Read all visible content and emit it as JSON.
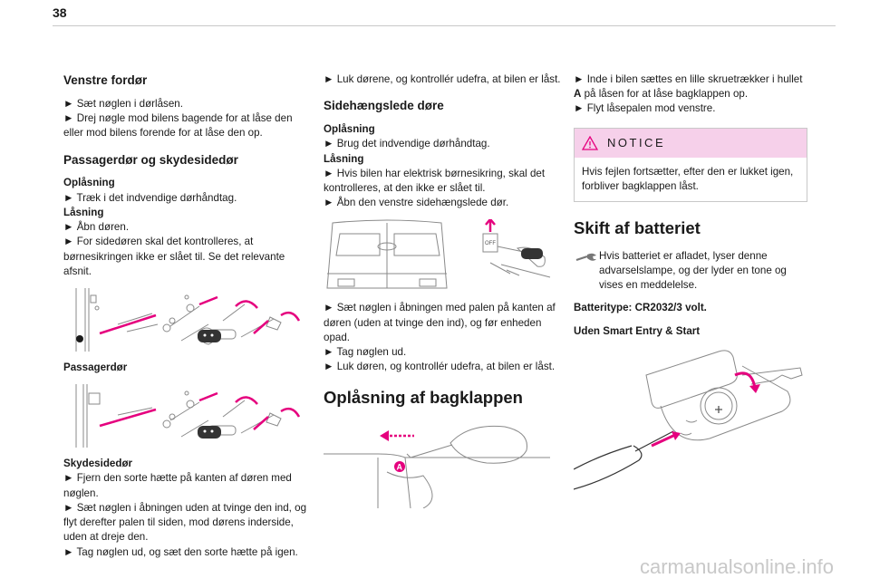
{
  "page_number": "38",
  "col1": {
    "h_venstre": "Venstre fordør",
    "v1": "► Sæt nøglen i dørlåsen.",
    "v2": "► Drej nøgle mod bilens bagende for at låse den eller mod bilens forende for at låse den op.",
    "h_passager": "Passagerdør og skydesidedør",
    "oplasning": "Oplåsning",
    "p1": "► Træk i det indvendige dørhåndtag.",
    "lasning": "Låsning",
    "p2": "► Åbn døren.",
    "p3": "► For sidedøren skal det kontrolleres, at børnesikringen ikke er slået til. Se det relevante afsnit.",
    "cap_passager": "Passagerdør",
    "cap_sky": "Skydesidedør",
    "s1": "► Fjern den sorte hætte på kanten af døren med nøglen.",
    "s2": "► Sæt nøglen i åbningen uden at tvinge den ind, og flyt derefter palen til siden, mod dørens inderside, uden at dreje den.",
    "s3": "► Tag nøglen ud, og sæt den sorte hætte på igen."
  },
  "col2": {
    "l1": "► Luk dørene, og kontrollér udefra, at bilen er låst.",
    "h_side": "Sidehængslede døre",
    "oplasning": "Oplåsning",
    "o1": "► Brug det indvendige dørhåndtag.",
    "lasning": "Låsning",
    "o2": "► Hvis bilen har elektrisk børnesikring, skal det kontrolleres, at den ikke er slået til.",
    "o3": "► Åbn den venstre sidehængslede dør.",
    "off": "OFF",
    "t1": "► Sæt nøglen i åbningen med palen på kanten af døren (uden at tvinge den ind), og før enheden opad.",
    "t2": "► Tag nøglen ud.",
    "t3": "► Luk døren, og kontrollér udefra, at bilen er låst.",
    "h_bag": "Oplåsning af bagklappen",
    "label_a": "A"
  },
  "col3": {
    "i1_pre": "► Inde i bilen sættes en lille skruetrækker i hullet ",
    "i1_bold": "A",
    "i1_post": " på låsen for at låse bagklappen op.",
    "i2": "► Flyt låsepalen mod venstre.",
    "notice_title": "NOTICE",
    "notice_text": "Hvis fejlen fortsætter, efter den er lukket igen, forbliver bagklappen låst.",
    "h_skift": "Skift af batteriet",
    "b1": "Hvis batteriet er afladet, lyser denne advarselslampe, og der lyder en tone og vises en meddelelse.",
    "battery": "Batteritype: CR2032/3 volt.",
    "uden": "Uden Smart Entry & Start"
  },
  "watermark": "carmanualsonline.info",
  "colors": {
    "accent": "#e5007e",
    "notice_bg": "#f6d0ea",
    "line": "#8a8a8a"
  },
  "icons": [
    "warning-icon",
    "wrench-icon"
  ]
}
